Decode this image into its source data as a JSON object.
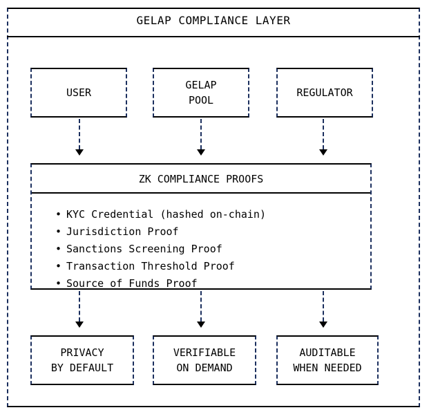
{
  "diagram": {
    "title": "GELAP COMPLIANCE LAYER",
    "colors": {
      "stroke_solid": "#000000",
      "stroke_dashed": "#1b2f5e",
      "background": "#ffffff"
    },
    "actors": [
      {
        "id": "user",
        "lines": [
          "USER"
        ]
      },
      {
        "id": "gelap-pool",
        "lines": [
          "GELAP",
          "POOL"
        ]
      },
      {
        "id": "regulator",
        "lines": [
          "REGULATOR"
        ]
      }
    ],
    "proofs_panel": {
      "title": "ZK COMPLIANCE PROOFS",
      "items": [
        "KYC Credential (hashed on-chain)",
        "Jurisdiction Proof",
        "Sanctions Screening Proof",
        "Transaction Threshold Proof",
        "Source of Funds Proof"
      ]
    },
    "outcomes": [
      {
        "id": "privacy",
        "lines": [
          "PRIVACY",
          "BY DEFAULT"
        ]
      },
      {
        "id": "verifiable",
        "lines": [
          "VERIFIABLE",
          "ON DEMAND"
        ]
      },
      {
        "id": "auditable",
        "lines": [
          "AUDITABLE",
          "WHEN NEEDED"
        ]
      }
    ],
    "arrows": {
      "actor_to_proofs": [
        "user-to-proofs",
        "gelap-pool-to-proofs",
        "regulator-to-proofs"
      ],
      "proofs_to_outcomes": [
        "proofs-to-privacy",
        "proofs-to-verifiable",
        "proofs-to-auditable"
      ]
    }
  },
  "chart_data": {
    "type": "diagram",
    "title": "GELAP COMPLIANCE LAYER",
    "nodes": [
      {
        "id": "user",
        "label": "USER",
        "row": "actors"
      },
      {
        "id": "gelap-pool",
        "label": "GELAP POOL",
        "row": "actors"
      },
      {
        "id": "regulator",
        "label": "REGULATOR",
        "row": "actors"
      },
      {
        "id": "zk-compliance-proofs",
        "label": "ZK COMPLIANCE PROOFS",
        "row": "middle"
      },
      {
        "id": "privacy",
        "label": "PRIVACY BY DEFAULT",
        "row": "outcomes"
      },
      {
        "id": "verifiable",
        "label": "VERIFIABLE ON DEMAND",
        "row": "outcomes"
      },
      {
        "id": "auditable",
        "label": "AUDITABLE WHEN NEEDED",
        "row": "outcomes"
      }
    ],
    "edges": [
      {
        "from": "user",
        "to": "zk-compliance-proofs"
      },
      {
        "from": "gelap-pool",
        "to": "zk-compliance-proofs"
      },
      {
        "from": "regulator",
        "to": "zk-compliance-proofs"
      },
      {
        "from": "zk-compliance-proofs",
        "to": "privacy"
      },
      {
        "from": "zk-compliance-proofs",
        "to": "verifiable"
      },
      {
        "from": "zk-compliance-proofs",
        "to": "auditable"
      }
    ]
  }
}
